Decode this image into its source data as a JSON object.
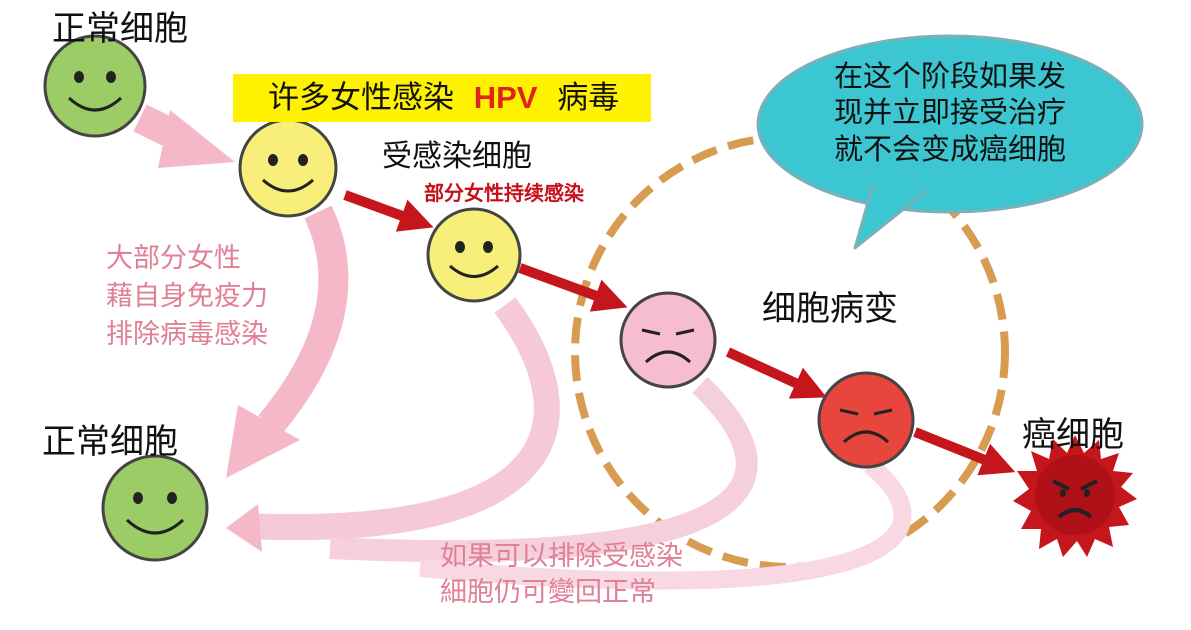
{
  "labels": {
    "normal_top": "正常细胞",
    "hpv_prefix": "许多女性感染",
    "hpv_keyword": "HPV",
    "hpv_suffix": "病毒",
    "infected": "受感染细胞",
    "persistent": "部分女性持续感染",
    "immune": [
      "大部分女性",
      "藉自身免疫力",
      "排除病毒感染"
    ],
    "lesion": "细胞病变",
    "cancer": "癌细胞",
    "normal_bottom": "正常细胞",
    "revert": [
      "如果可以排除受感染",
      "細胞仍可變回正常"
    ],
    "bubble": [
      "在这个阶段如果发",
      "现并立即接受治疗",
      "就不会变成癌细胞"
    ]
  },
  "colors": {
    "green_face": "#9ccc65",
    "yellow_face": "#f7ef7a",
    "pink_face": "#f6bcd2",
    "red_face": "#e8453c",
    "cancer_face": "#c4161c",
    "arrow_pink": "#f4b8c8",
    "arrow_red": "#c4161c",
    "bubble_fill": "#3cc6d1",
    "dashed_circle": "#d79b52",
    "highlight_band": "#fff200",
    "keyword_red": "#e2231a"
  },
  "icons": [
    "smile-face-icon",
    "frown-face-icon",
    "cancer-cell-icon",
    "arrow-icon",
    "speech-bubble-icon"
  ]
}
